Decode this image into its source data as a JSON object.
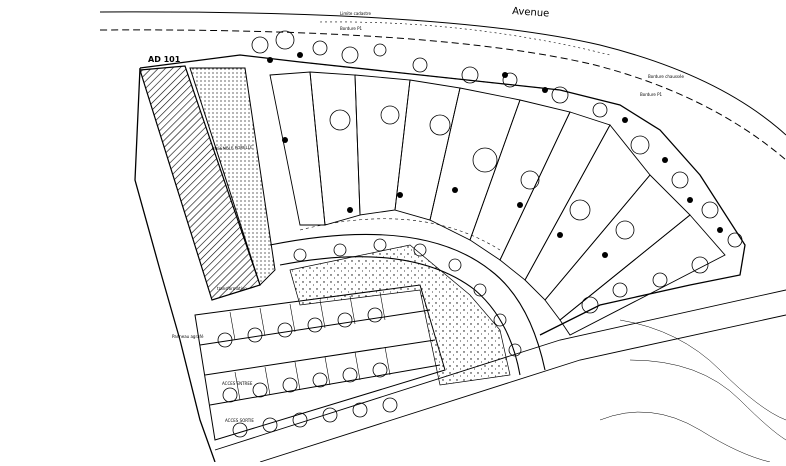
{
  "labels": {
    "avenue": "Avenue",
    "limite_cadastre": "Limite cadastre",
    "bordure_p1_top": "Bordure P1",
    "bordure_chaussee": "Bordure chaussée",
    "bordure_p1_right": "Bordure P1",
    "parcel": "AD 101",
    "ensemble_porelle": "ENSEMBLE PORELLE",
    "transformation": "transformation",
    "panneau_agrafe": "Panneau agrafé",
    "acces_entree": "ACCES ENTREE",
    "acces_sortie": "ACCES SORTIE"
  },
  "colors": {
    "line": "#000000",
    "paper": "#ffffff"
  }
}
